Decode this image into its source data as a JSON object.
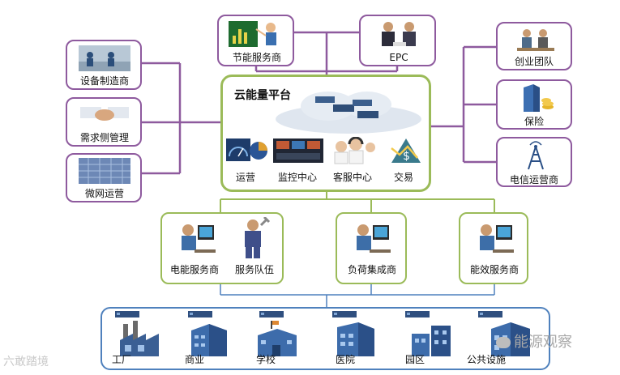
{
  "platform": {
    "title": "云能量平台",
    "modules": [
      "运营",
      "监控中心",
      "客服中心",
      "交易"
    ]
  },
  "top_partners": [
    "节能服务商",
    "EPC"
  ],
  "left_partners": [
    "设备制造商",
    "需求侧管理",
    "微网运营"
  ],
  "right_partners": [
    "创业团队",
    "保险",
    "电信运营商"
  ],
  "service_layer": [
    "电能服务商",
    "服务队伍",
    "负荷集成商",
    "能效服务商"
  ],
  "customers": [
    "工厂",
    "商业",
    "学校",
    "医院",
    "园区",
    "公共设施"
  ],
  "watermarks": {
    "right": "能源观察",
    "left": "六敢踏境"
  },
  "colors": {
    "purple": "#8e5a9e",
    "green": "#9bbb59",
    "blue": "#4f81bd"
  }
}
